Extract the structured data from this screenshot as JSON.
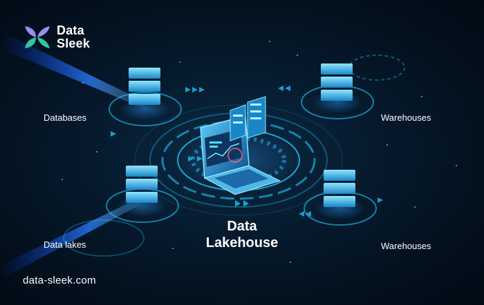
{
  "brand": {
    "name_line1": "Data",
    "name_line2": "Sleek",
    "logo_icon": "data-sleek-logo-icon"
  },
  "center": {
    "title_line1": "Data",
    "title_line2": "Lakehouse"
  },
  "nodes": {
    "top_left": "Databases",
    "top_right": "Warehouses",
    "bottom_left": "Data lakes",
    "bottom_right": "Warehouses"
  },
  "website": "data-sleek.com",
  "colors": {
    "background": "#03101d",
    "accent": "#1ec8ff",
    "beam": "#1a7dff",
    "logo_purple": "#9b8cf0",
    "logo_green": "#2fc7a1"
  }
}
